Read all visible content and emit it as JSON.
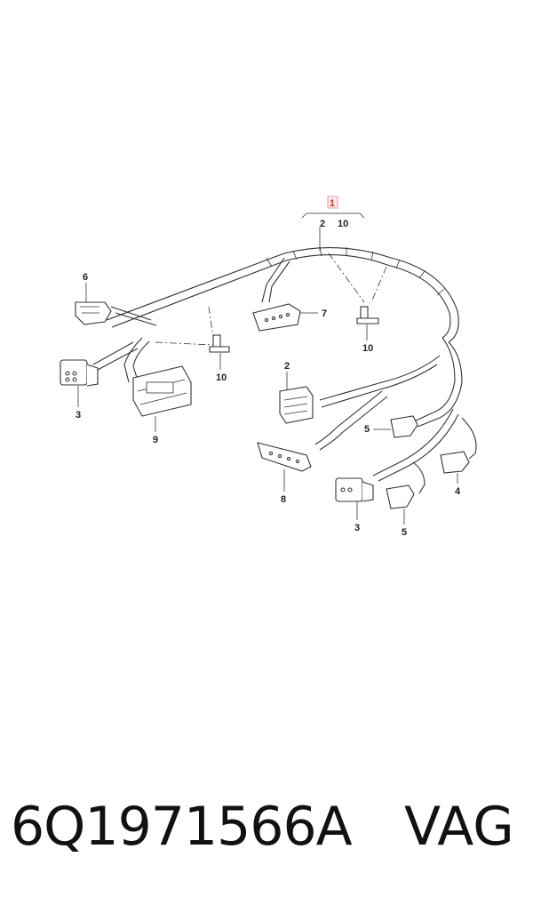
{
  "callouts": {
    "main": "1",
    "sub_left": "2",
    "sub_right": "10",
    "items": [
      "6",
      "7",
      "10",
      "10",
      "3",
      "9",
      "2",
      "5",
      "8",
      "4",
      "3",
      "5"
    ]
  },
  "footer": {
    "part_number": "6Q1971566A",
    "brand": "VAG"
  }
}
